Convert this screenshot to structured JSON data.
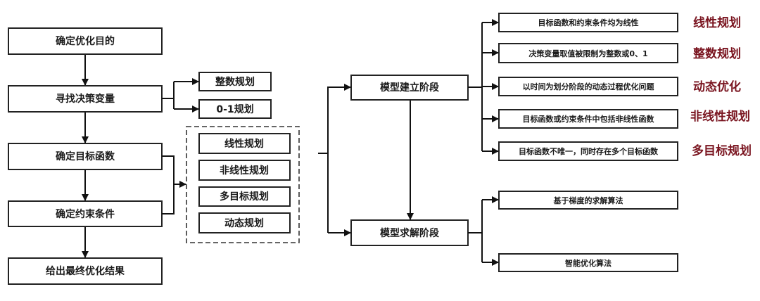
{
  "colors": {
    "stroke": "#222222",
    "label_red": "#7a1520",
    "background": "#ffffff"
  },
  "process_steps": [
    "确定优化目的",
    "寻找决策变量",
    "确定目标函数",
    "确定约束条件",
    "给出最终优化结果"
  ],
  "variable_types": [
    "整数规划",
    "0-1规划"
  ],
  "problem_types": [
    "线性规划",
    "非线性规划",
    "多目标规划",
    "动态规划"
  ],
  "stages": {
    "modeling": "模型建立阶段",
    "solving": "模型求解阶段"
  },
  "modeling_branches": [
    {
      "desc": "目标函数和约束条件均为线性",
      "label": "线性规划"
    },
    {
      "desc": "决策变量取值被限制为整数或0、1",
      "label": "整数规划"
    },
    {
      "desc": "以时间为划分阶段的动态过程优化问题",
      "label": "动态优化"
    },
    {
      "desc": "目标函数或约束条件中包括非线性函数",
      "label": "非线性规划"
    },
    {
      "desc": "目标函数不唯一，同时存在多个目标函数",
      "label": "多目标规划"
    }
  ],
  "solving_branches": [
    "基于梯度的求解算法",
    "智能优化算法"
  ]
}
